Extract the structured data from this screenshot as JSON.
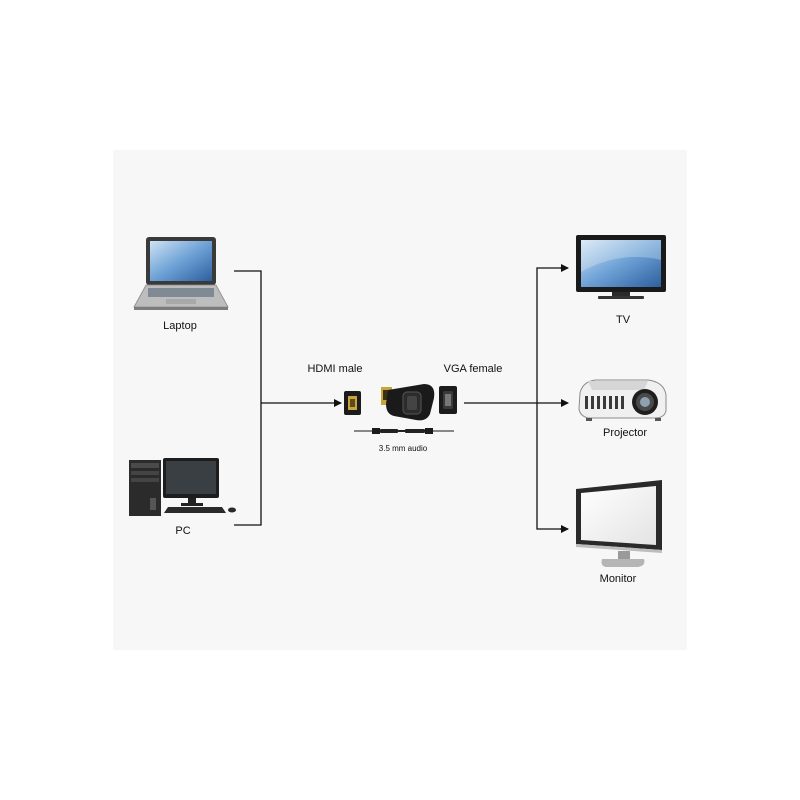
{
  "devices": {
    "laptop": {
      "label": "Laptop",
      "icon": "laptop-icon"
    },
    "pc": {
      "label": "PC",
      "icon": "desktop-pc-icon"
    },
    "tv": {
      "label": "TV",
      "icon": "tv-icon"
    },
    "projector": {
      "label": "Projector",
      "icon": "projector-icon"
    },
    "monitor": {
      "label": "Monitor",
      "icon": "monitor-icon"
    }
  },
  "adapter": {
    "input_label": "HDMI male",
    "output_label": "VGA female",
    "audio_label": "3.5 mm audio"
  },
  "colors": {
    "line": "#111111",
    "panel": "#f7f7f7",
    "screen_blue": "#4a86c8",
    "adapter_body": "#1a1a1a",
    "hdmi_plug": "#c8a43a"
  }
}
